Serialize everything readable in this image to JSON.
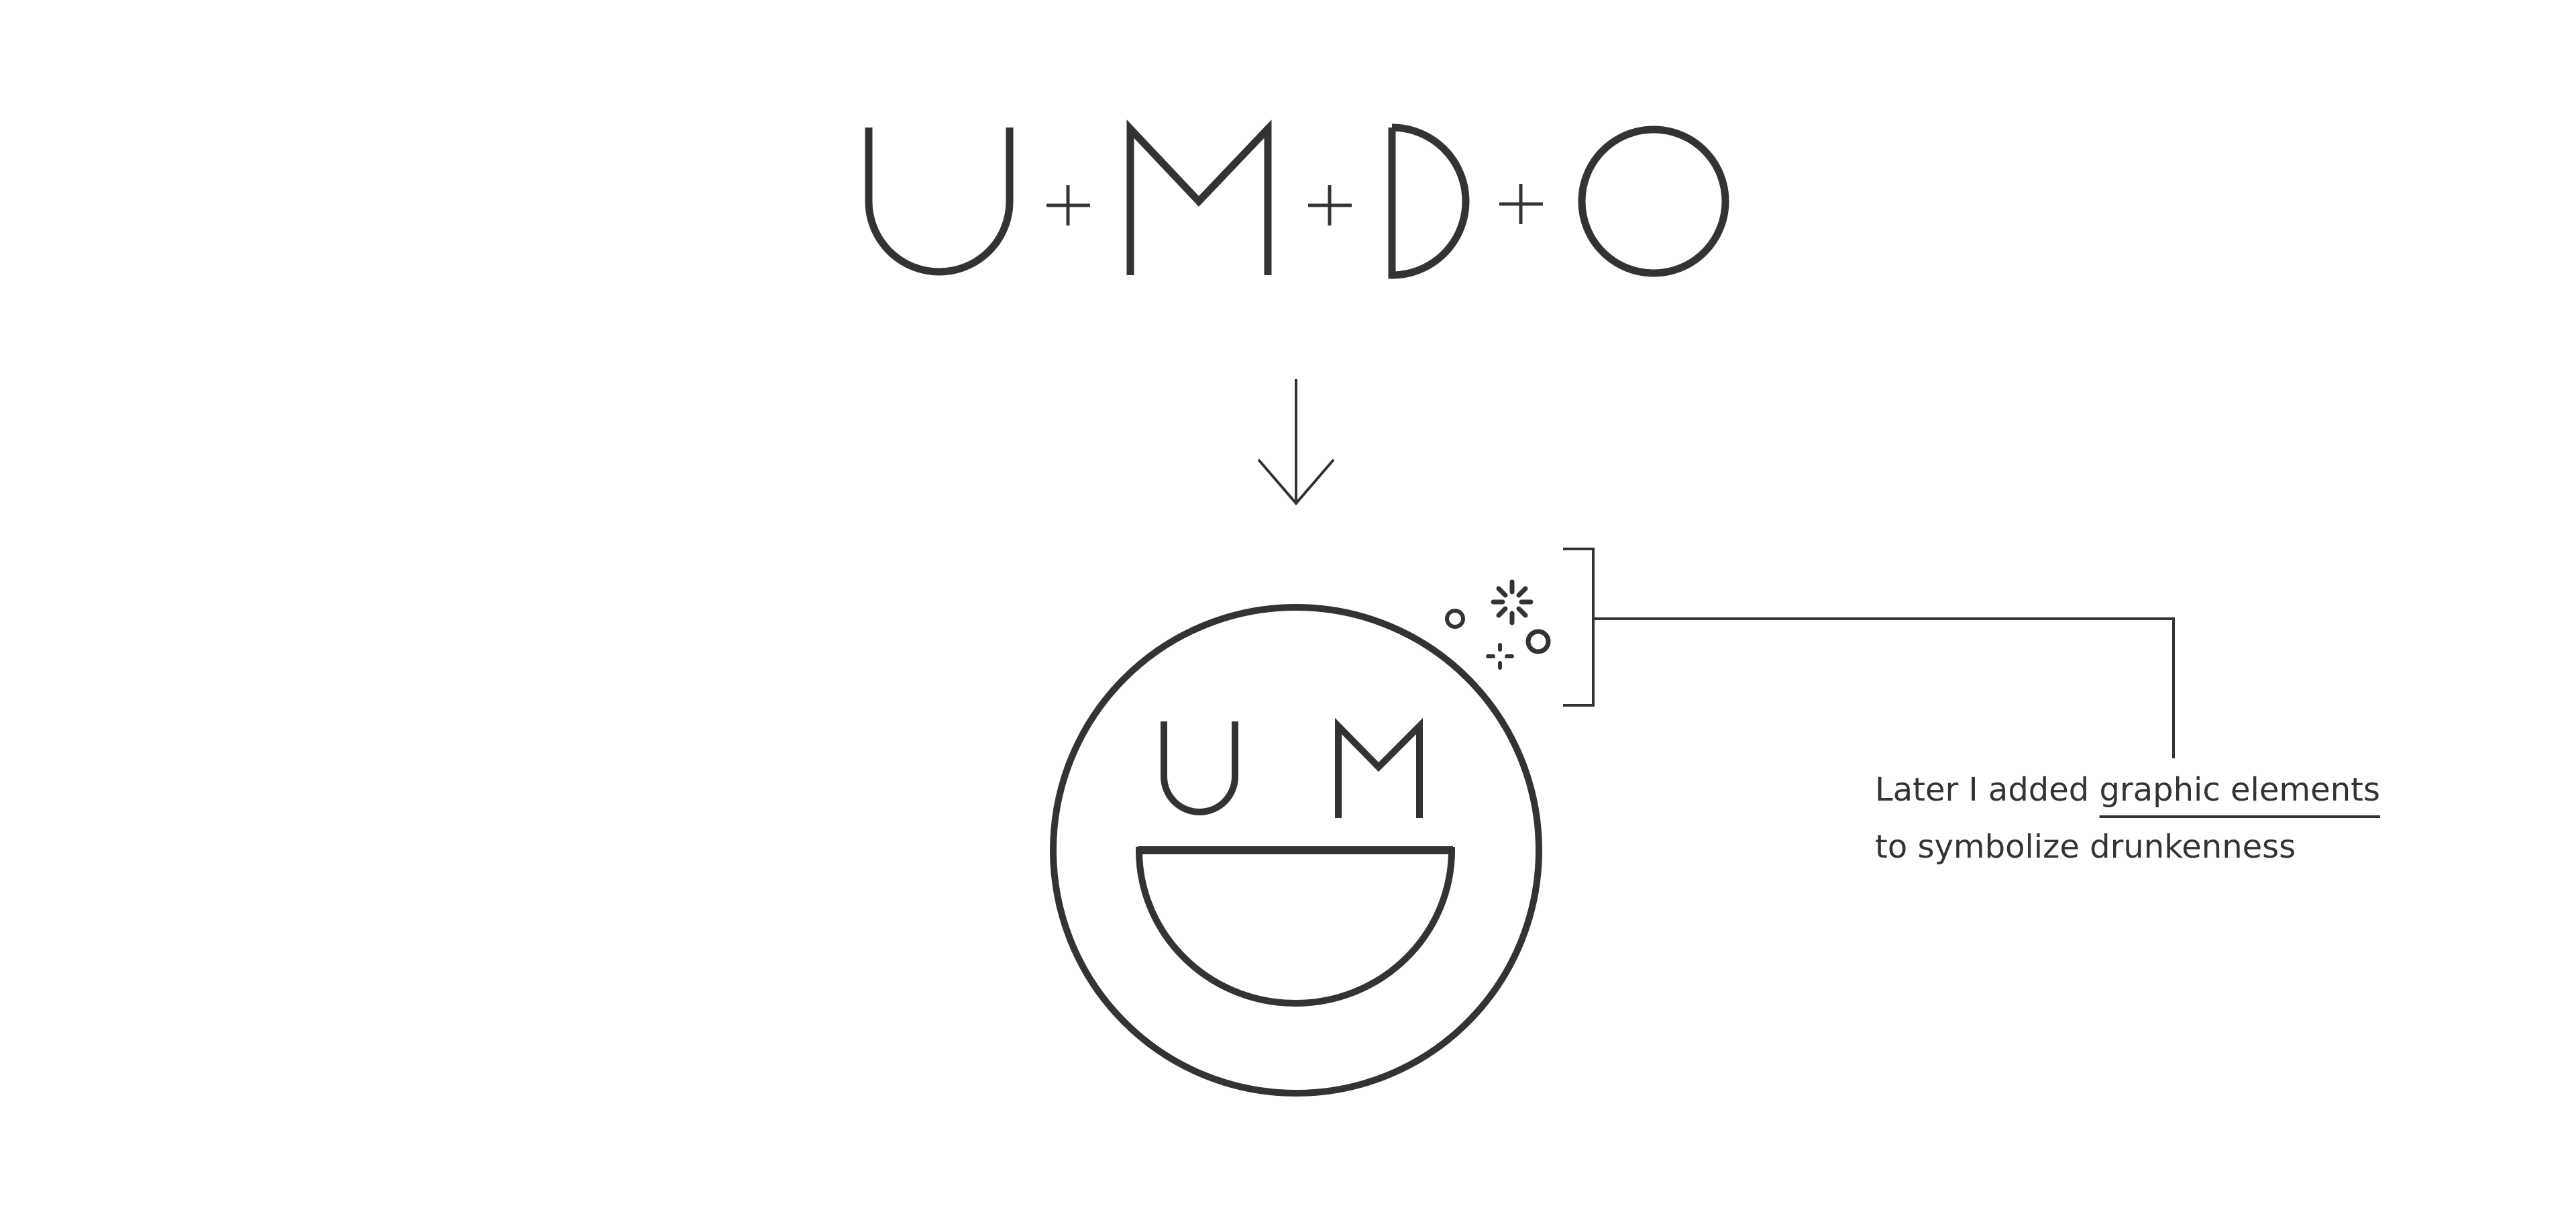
{
  "colors": {
    "ink": "#333333",
    "background": "#ffffff"
  },
  "formula": {
    "letters": [
      "U",
      "M",
      "D",
      "O"
    ],
    "operator": "+"
  },
  "arrow": {
    "icon": "arrow-down-icon"
  },
  "logo": {
    "letters_top": [
      "U",
      "M"
    ],
    "mouth_letter": "D",
    "decoration_icons": [
      "small-circle-icon",
      "sparkle-icon",
      "ring-icon",
      "tiny-sparkle-icon"
    ]
  },
  "callout": {
    "line1_prefix": "Later I added ",
    "line1_highlight": "graphic elements",
    "line2": "to symbolize drunkenness"
  }
}
